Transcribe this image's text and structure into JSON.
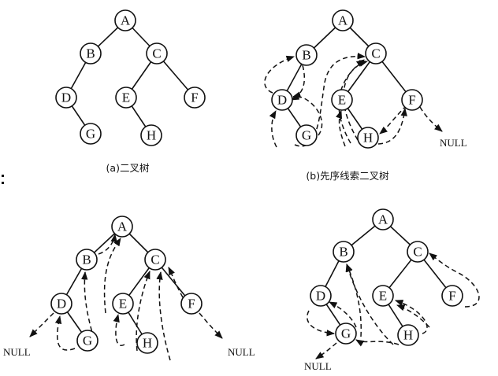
{
  "figure": {
    "left_mark": ":",
    "panels": [
      {
        "id": "a",
        "caption": "(a)二叉树",
        "nodes": [
          "A",
          "B",
          "C",
          "D",
          "E",
          "F",
          "G",
          "H"
        ],
        "null_labels": []
      },
      {
        "id": "b",
        "caption": "(b)先序线索二叉树",
        "nodes": [
          "A",
          "B",
          "C",
          "D",
          "E",
          "F",
          "G",
          "H"
        ],
        "null_labels": [
          "NULL"
        ]
      },
      {
        "id": "c",
        "caption": "",
        "nodes": [
          "A",
          "B",
          "C",
          "D",
          "E",
          "F",
          "G",
          "H"
        ],
        "null_labels": [
          "NULL",
          "NULL"
        ]
      },
      {
        "id": "d",
        "caption": "",
        "nodes": [
          "A",
          "B",
          "C",
          "D",
          "E",
          "F",
          "G",
          "H"
        ],
        "null_labels": [
          "NULL"
        ]
      }
    ]
  }
}
